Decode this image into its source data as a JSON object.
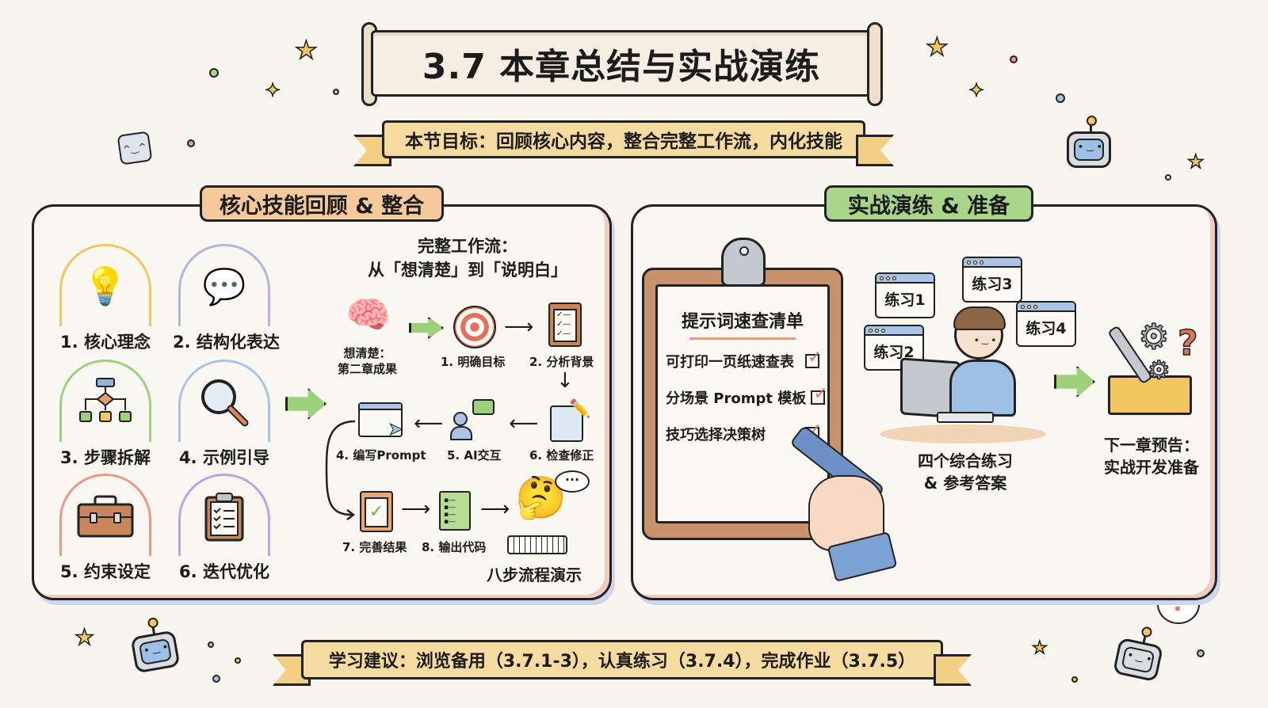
{
  "header": {
    "title": "3.7 本章总结与实战演练",
    "goal": "本节目标：回顾核心内容，整合完整工作流，内化技能"
  },
  "left_panel": {
    "label": "核心技能回顾 & 整合",
    "label_color": "#f6c99c",
    "skills": [
      {
        "label": "1. 核心理念",
        "icon": "brain-lightbulb-icon",
        "ring_color": "#f3c760"
      },
      {
        "label": "2. 结构化表达",
        "icon": "chat-bubbles-icon",
        "ring_color": "#b7b3e0"
      },
      {
        "label": "3. 步骤拆解",
        "icon": "flowchart-icon",
        "ring_color": "#9fd07c"
      },
      {
        "label": "4. 示例引导",
        "icon": "magnifier-icon",
        "ring_color": "#a9c4e6"
      },
      {
        "label": "5. 约束设定",
        "icon": "toolbox-icon",
        "ring_color": "#e99a86"
      },
      {
        "label": "6. 迭代优化",
        "icon": "clipboard-checklist-icon",
        "ring_color": "#b7a9e0"
      }
    ],
    "workflow": {
      "title_line1": "完整工作流：",
      "title_line2": "从「想清楚」到「说明白」",
      "origin_label_line1": "想清楚：",
      "origin_label_line2": "第二章成果",
      "steps": [
        {
          "label": "1. 明确目标",
          "icon": "target-icon"
        },
        {
          "label": "2. 分析背景",
          "icon": "clipboard-icon"
        },
        {
          "label": "6. 检查修正",
          "icon": "document-pencil-icon"
        },
        {
          "label": "5. AI交互",
          "icon": "person-chat-icon"
        },
        {
          "label": "4. 编写Prompt",
          "icon": "browser-cursor-icon"
        },
        {
          "label": "7. 完善结果",
          "icon": "clipboard-check-icon"
        },
        {
          "label": "8. 输出代码",
          "icon": "code-file-icon"
        }
      ],
      "demo_label": "八步流程演示"
    }
  },
  "right_panel": {
    "label": "实战演练 & 准备",
    "label_color": "#a8d58a",
    "checklist": {
      "title": "提示词速查清单",
      "items": [
        "可打印一页纸速查表",
        "分场景 Prompt 模板",
        "技巧选择决策树"
      ]
    },
    "exercises": {
      "windows": [
        "练习1",
        "练习2",
        "练习3",
        "练习4"
      ],
      "caption_line1": "四个综合练习",
      "caption_line2": "& 参考答案"
    },
    "next_chapter": {
      "line1": "下一章预告：",
      "line2": "实战开发准备"
    }
  },
  "footer": {
    "advice": "学习建议：浏览备用（3.7.1-3），认真练习（3.7.4），完成作业（3.7.5）"
  },
  "colors": {
    "background": "#f8f5ee",
    "ribbon": "#f6dba0",
    "accent_green": "#9fd07c",
    "accent_orange": "#e2735a",
    "accent_blue": "#a9c4e6"
  }
}
